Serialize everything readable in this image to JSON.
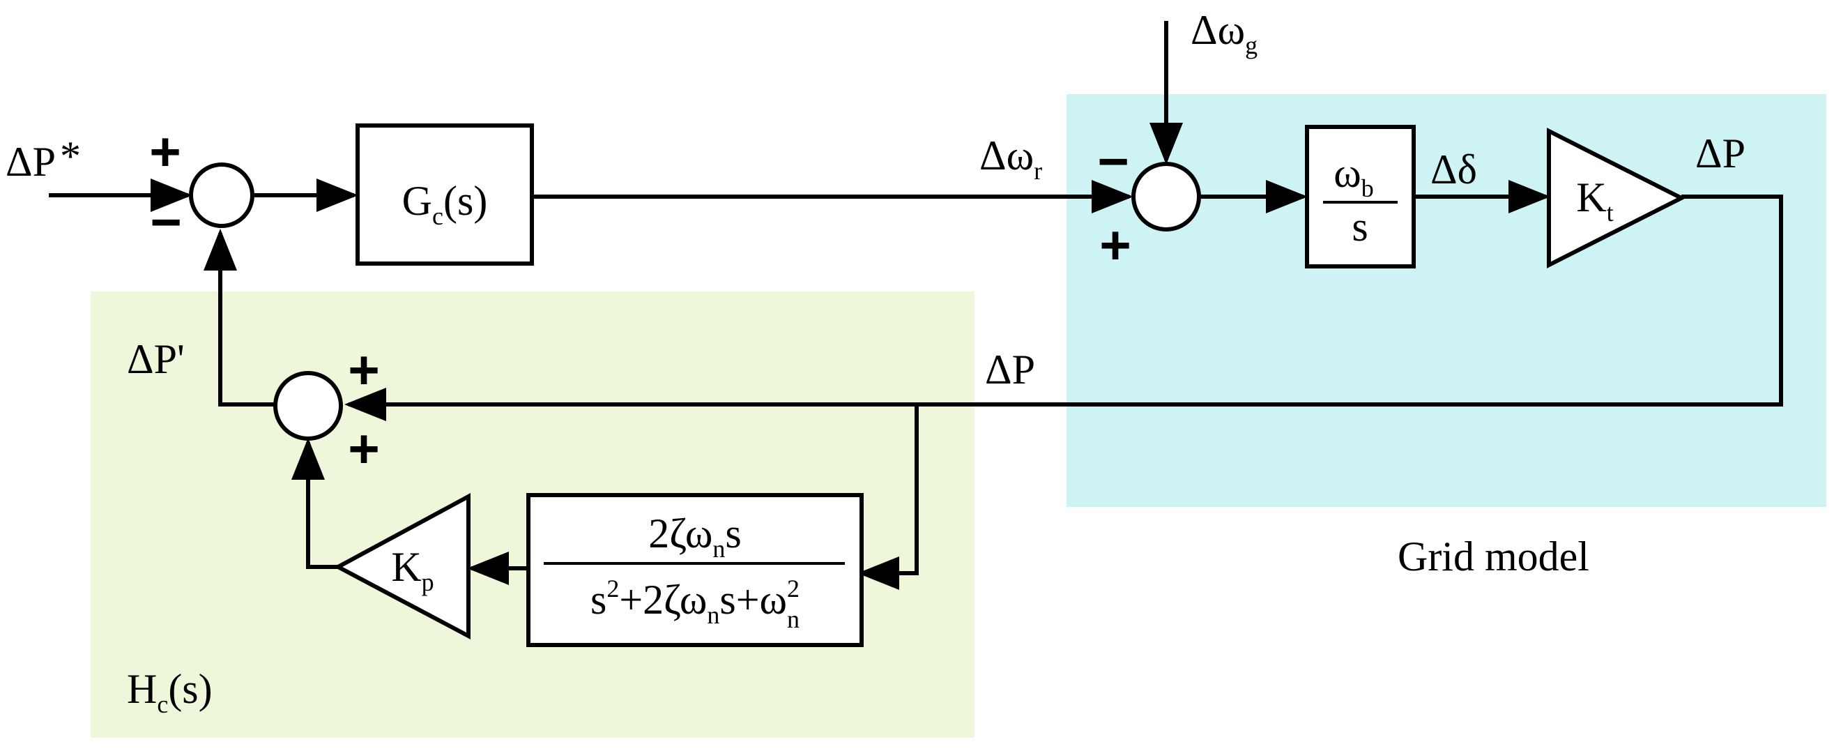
{
  "colors": {
    "grid_region": "#cdf3f4",
    "controller_region": "#eff7db",
    "line": "#000000"
  },
  "labels": {
    "dP_ref": "ΔP",
    "dP_ref_star": "*",
    "dP_prime": "ΔP'",
    "dP_out": "ΔP",
    "dP_feedback": "ΔP",
    "d_omega": "Δω",
    "omega": "ω",
    "d_delta": "Δδ",
    "sub_r": "r",
    "sub_g": "g",
    "sub_b": "b",
    "sub_c": "c",
    "sub_t": "t",
    "sub_p": "p",
    "sub_n": "n",
    "sup_2": "2"
  },
  "blocks": {
    "gc": {
      "main": "G",
      "args": "(s)"
    },
    "integrator": {
      "den": "s"
    },
    "kt": {
      "main": "K"
    },
    "kp": {
      "main": "K"
    },
    "filter": {
      "num_a": "2ζω",
      "num_b": "s",
      "den_a": "s",
      "den_b": "+2ζω",
      "den_c": "s+ω"
    }
  },
  "regions": {
    "grid_model": "Grid model",
    "hc": {
      "main": "H",
      "args": "(s)"
    }
  },
  "signs": {
    "plus": "+",
    "minus": "−"
  }
}
